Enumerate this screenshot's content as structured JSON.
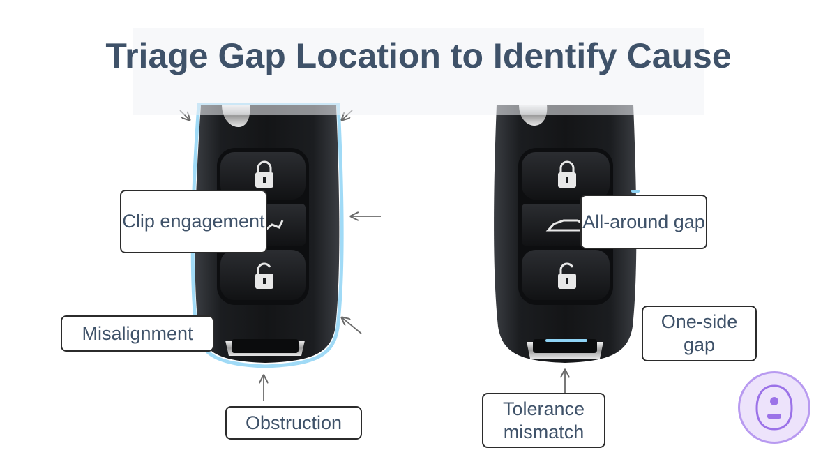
{
  "title": "Triage Gap Location to Identify Cause",
  "callouts": {
    "clip_engagement": "Clip engagement",
    "misalignment": "Misalignment",
    "obstruction": "Obstruction",
    "all_around_gap": "All-around gap",
    "one_side_gap": "One-side gap",
    "tolerance_mismatch": "Tolerance mismatch"
  },
  "colors": {
    "title": "#3f5269",
    "label_text": "#3f5269",
    "callout_border": "#2b2b2b",
    "gap_glow": "#8fd3f4",
    "badge_fill": "#ede3fb",
    "badge_border": "#b89af0"
  },
  "icons": [
    "lock-icon",
    "trunk-icon",
    "unlock-icon",
    "key-fob-badge-icon"
  ]
}
